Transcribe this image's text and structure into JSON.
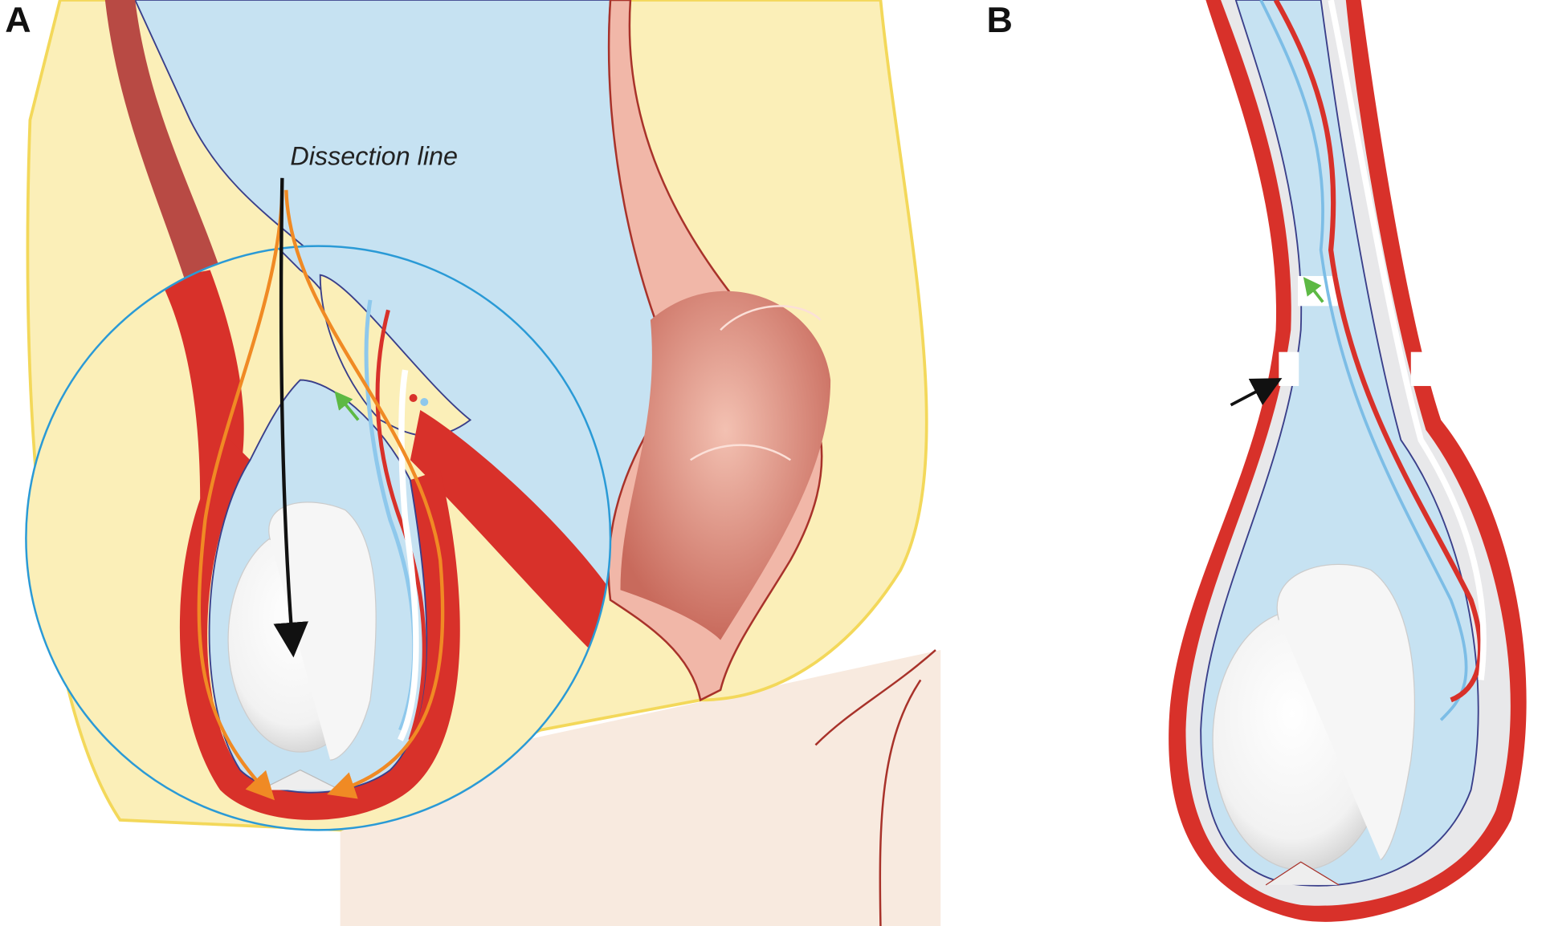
{
  "panels": [
    {
      "label": "A",
      "annotation": "Dissection line"
    },
    {
      "label": "B"
    }
  ],
  "colors": {
    "cavity_blue": "#c6e2f2",
    "fat_yellow": "#fbefb8",
    "muscle_red": "#d8312a",
    "skin": "#f8eadf",
    "rectum_pink": "#e9a79a",
    "circle_outline": "#2a9ad6",
    "orange_line": "#f08a24",
    "green_arrow": "#5db944"
  }
}
